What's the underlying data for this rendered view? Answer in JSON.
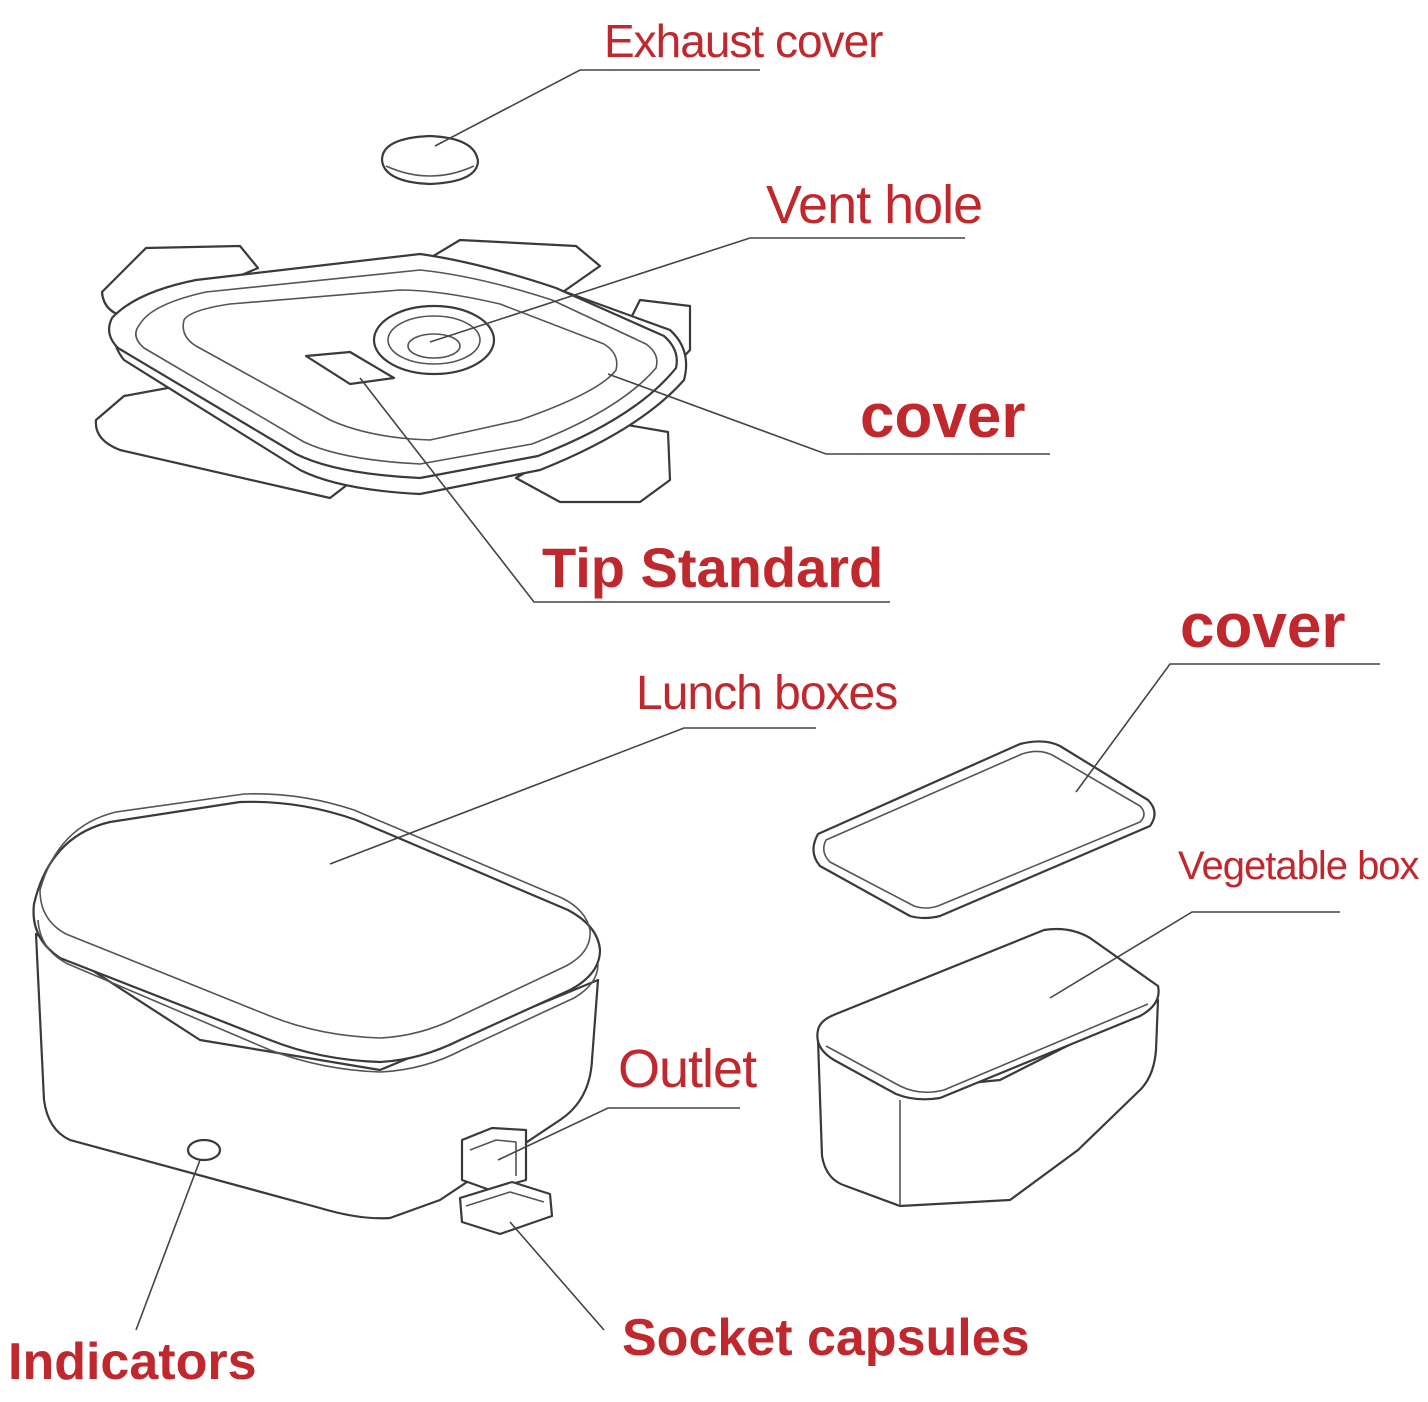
{
  "labels": {
    "exhaust_cover": "Exhaust cover",
    "vent_hole": "Vent hole",
    "cover_top": "cover",
    "tip_standard": "Tip Standard",
    "cover_small": "cover",
    "lunch_boxes": "Lunch boxes",
    "vegetable_box": "Vegetable box",
    "outlet": "Outlet",
    "indicators": "Indicators",
    "socket_capsules": "Socket capsules"
  },
  "colors": {
    "label_red": "#c0282d",
    "line_art": "#3a3a3a",
    "background": "#ffffff"
  }
}
